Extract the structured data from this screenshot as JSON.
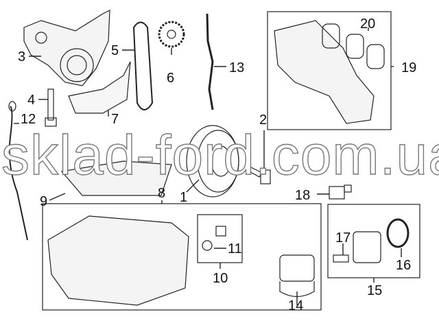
{
  "diagram": {
    "title": "Engine parts diagram",
    "callouts": [
      "1",
      "2",
      "3",
      "4",
      "5",
      "6",
      "7",
      "8",
      "9",
      "10",
      "11",
      "12",
      "13",
      "14",
      "15",
      "16",
      "17",
      "18",
      "19",
      "20"
    ]
  },
  "watermark": "sklad-ford.com.ua"
}
